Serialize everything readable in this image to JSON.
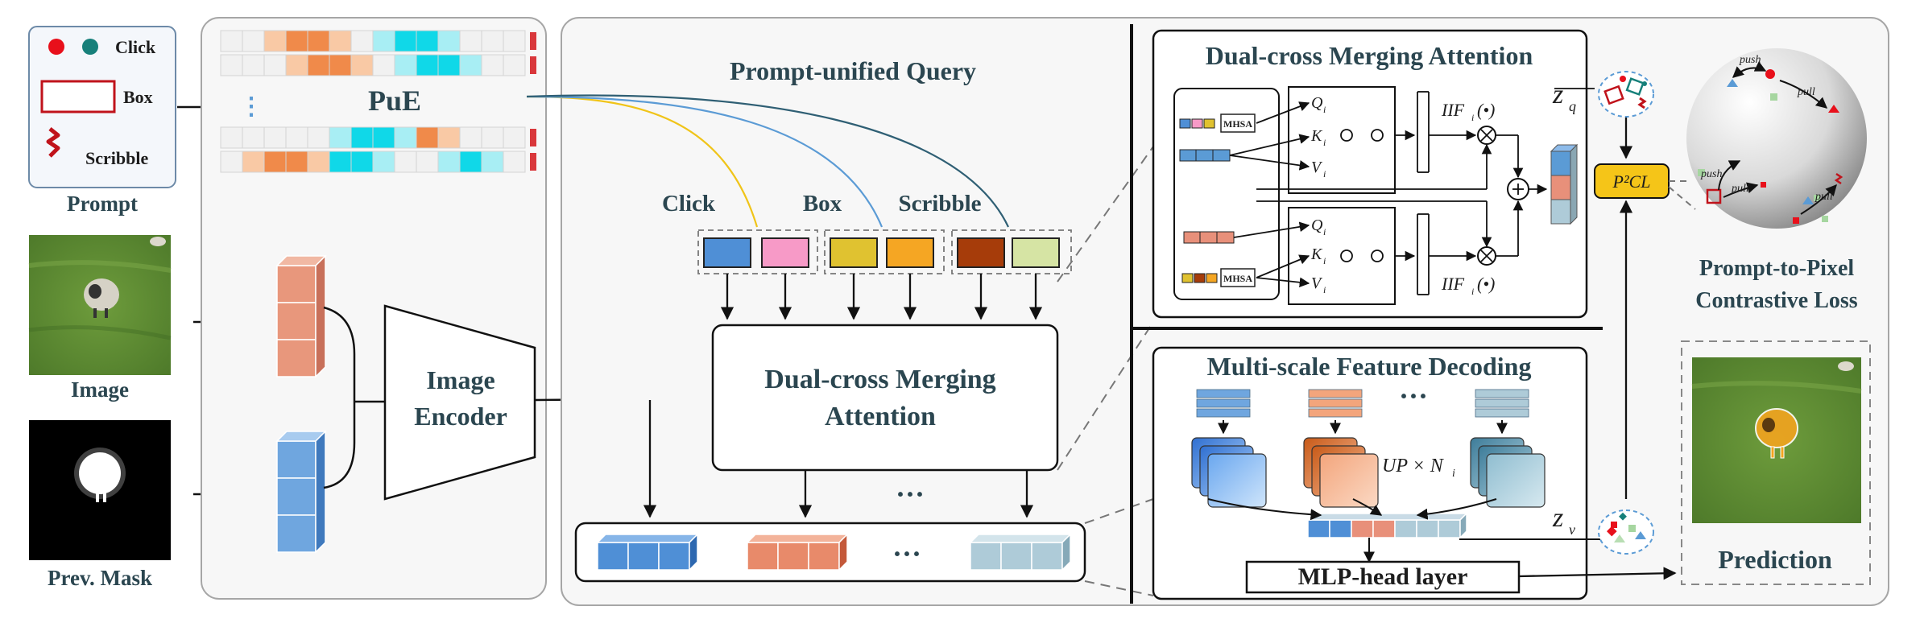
{
  "prompt_legend": {
    "click": "Click",
    "box": "Box",
    "scribble": "Scribble",
    "caption": "Prompt"
  },
  "inputs": {
    "image_caption": "Image",
    "mask_caption": "Prev. Mask"
  },
  "pue": {
    "label": "PuE",
    "ellipsis": "⋮"
  },
  "encoder": {
    "line1": "Image",
    "line2": "Encoder"
  },
  "query": {
    "title": "Prompt-unified Query",
    "click": "Click",
    "box": "Box",
    "scribble": "Scribble"
  },
  "dcma_block": {
    "line1": "Dual-cross Merging",
    "line2": "Attention"
  },
  "dots": "···",
  "detail_dcma": {
    "title": "Dual-cross Merging Attention",
    "mhsa": "MHSA",
    "q": "Q",
    "k": "K",
    "v": "V",
    "sub_i": "i",
    "iif": "IIF",
    "iif_arg": "(•)"
  },
  "detail_msfd": {
    "title": "Multi-scale Feature Decoding",
    "up": "UP × N",
    "up_sub": "i",
    "mlp": "MLP-head layer",
    "zv": "z",
    "zv_sub": "v"
  },
  "contrastive": {
    "zq": "z",
    "zq_sub": "q",
    "p2cl": "P²CL",
    "push": "push",
    "pull": "pull",
    "title_line1": "Prompt-to-Pixel",
    "title_line2": "Contrastive Loss"
  },
  "prediction": {
    "label": "Prediction"
  },
  "colors": {
    "click_red": "#e8101b",
    "click_teal": "#17807a",
    "box_red": "#c0131b",
    "orange": "#e8907a",
    "blue": "#5b9bd5",
    "light_blue": "#aecbd8",
    "yellow_p2cl": "#f5c518",
    "q_click": [
      "#4f8fd6",
      "#f79ac7"
    ],
    "q_box": [
      "#e0c230",
      "#f5a623"
    ],
    "q_scribble": [
      "#a63c0a",
      "#d6e4a4"
    ]
  }
}
